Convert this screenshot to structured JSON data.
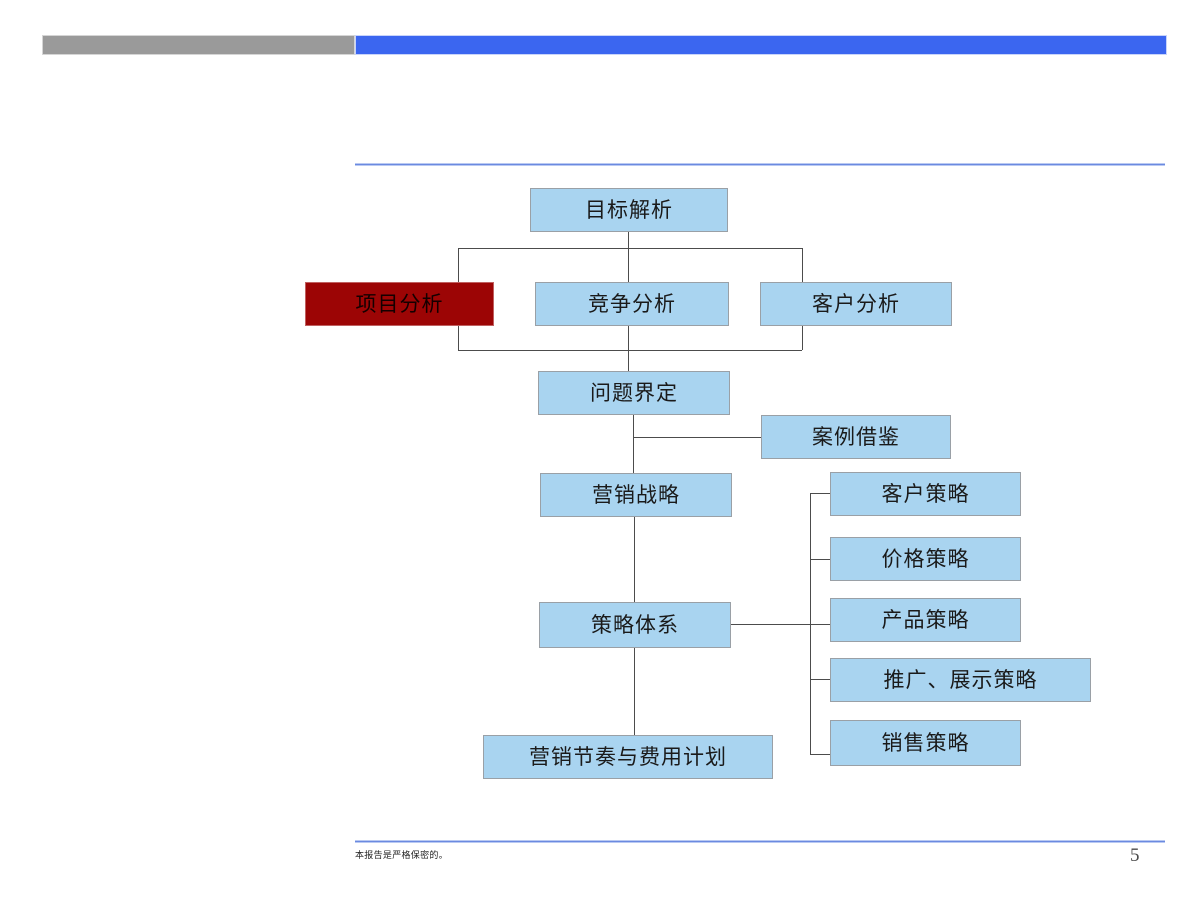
{
  "slide": {
    "page_number": "5",
    "footer_note": "本报告是严格保密的。",
    "accent_colors": {
      "header_gray": "#9a9a9a",
      "header_blue": "#3b66f0",
      "rule_blue": "#6b8ae0",
      "node_blue_fill": "#a9d4f0",
      "node_blue_border": "#9aa0a6",
      "node_red_fill": "#9c0505",
      "node_red_border": "#c06060",
      "connector": "#4c4c4c"
    }
  },
  "diagram": {
    "type": "flowchart",
    "nodes": [
      {
        "id": "goal",
        "label": "目标解析",
        "state": "normal",
        "level": 0
      },
      {
        "id": "project",
        "label": "项目分析",
        "state": "highlighted",
        "level": 1
      },
      {
        "id": "competition",
        "label": "竞争分析",
        "state": "normal",
        "level": 1
      },
      {
        "id": "customer",
        "label": "客户分析",
        "state": "normal",
        "level": 1
      },
      {
        "id": "problem",
        "label": "问题界定",
        "state": "normal",
        "level": 2
      },
      {
        "id": "case",
        "label": "案例借鉴",
        "state": "normal",
        "level": 2
      },
      {
        "id": "strategy",
        "label": "营销战略",
        "state": "normal",
        "level": 3
      },
      {
        "id": "system",
        "label": "策略体系",
        "state": "normal",
        "level": 4
      },
      {
        "id": "plan",
        "label": "营销节奏与费用计划",
        "state": "normal",
        "level": 5
      },
      {
        "id": "tactic-customer",
        "label": "客户策略",
        "state": "normal",
        "level": 4
      },
      {
        "id": "tactic-price",
        "label": "价格策略",
        "state": "normal",
        "level": 4
      },
      {
        "id": "tactic-product",
        "label": "产品策略",
        "state": "normal",
        "level": 4
      },
      {
        "id": "tactic-promo",
        "label": "推广、展示策略",
        "state": "normal",
        "level": 4
      },
      {
        "id": "tactic-sales",
        "label": "销售策略",
        "state": "normal",
        "level": 4
      }
    ],
    "edges": [
      {
        "from": "goal",
        "to": "project"
      },
      {
        "from": "goal",
        "to": "competition"
      },
      {
        "from": "goal",
        "to": "customer"
      },
      {
        "from": "project",
        "to": "problem"
      },
      {
        "from": "competition",
        "to": "problem"
      },
      {
        "from": "customer",
        "to": "problem"
      },
      {
        "from": "problem",
        "to": "strategy"
      },
      {
        "from": "case",
        "to": "problem"
      },
      {
        "from": "strategy",
        "to": "system"
      },
      {
        "from": "system",
        "to": "plan"
      },
      {
        "from": "system",
        "to": "tactic-customer"
      },
      {
        "from": "system",
        "to": "tactic-price"
      },
      {
        "from": "system",
        "to": "tactic-product"
      },
      {
        "from": "system",
        "to": "tactic-promo"
      },
      {
        "from": "system",
        "to": "tactic-sales"
      }
    ]
  }
}
